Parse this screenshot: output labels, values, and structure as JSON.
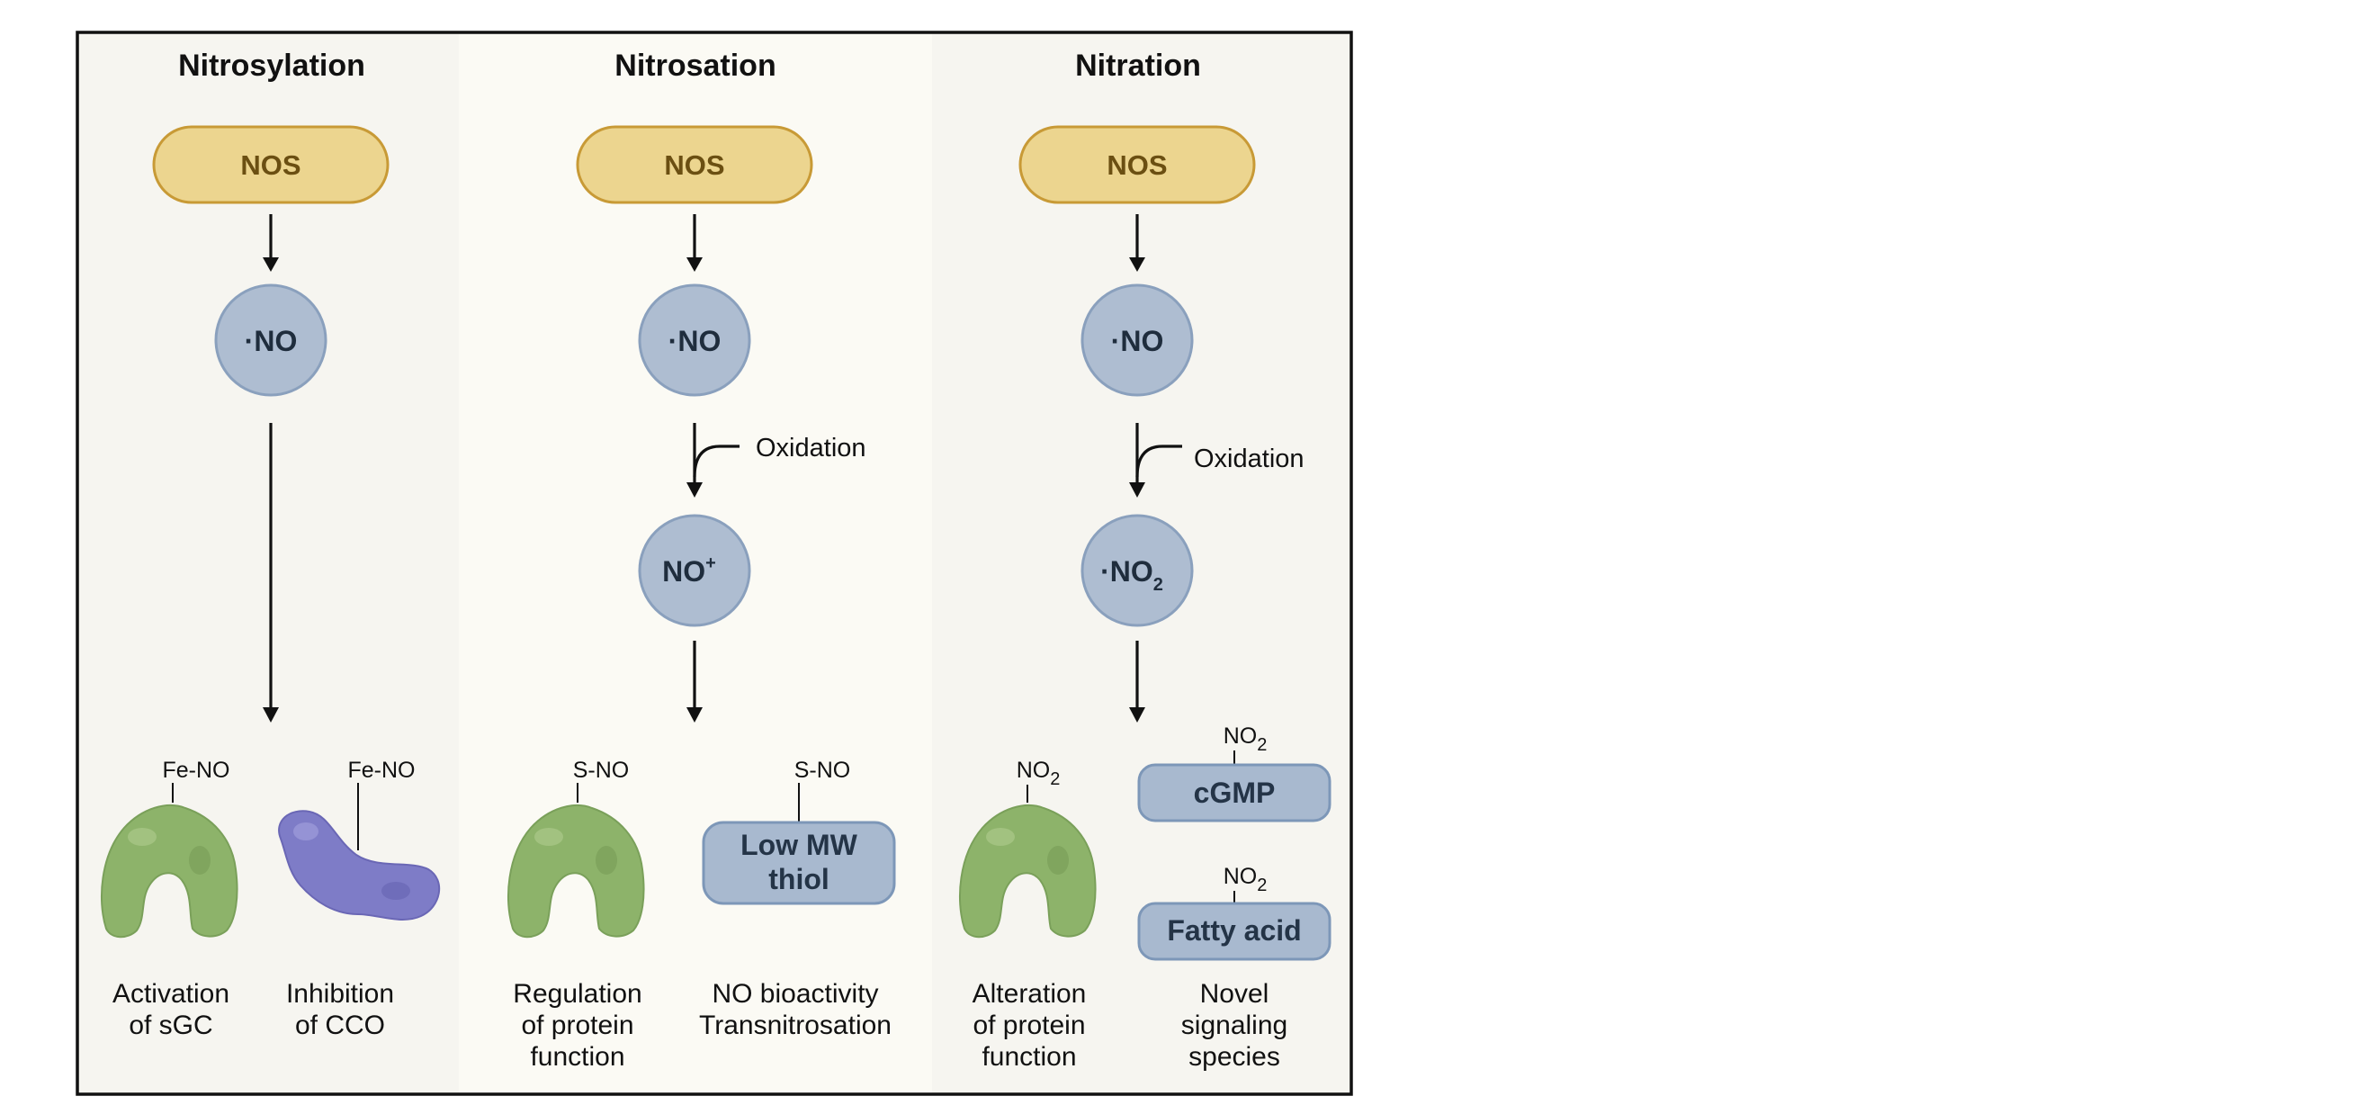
{
  "columns": [
    {
      "title": "Nitrosylation",
      "enzyme": "NOS",
      "radical": "·NO",
      "outcomes": [
        {
          "tag": "Fe-NO",
          "lines": [
            "Activation",
            "of sGC"
          ]
        },
        {
          "tag": "Fe-NO",
          "lines": [
            "Inhibition",
            "of CCO"
          ]
        }
      ]
    },
    {
      "title": "Nitrosation",
      "enzyme": "NOS",
      "radical": "·NO",
      "step_label": "Oxidation",
      "product": {
        "base": "NO",
        "sup": "+"
      },
      "outcomes": [
        {
          "tag": "S-NO",
          "lines": [
            "Regulation",
            "of protein",
            "function"
          ]
        },
        {
          "tag": "S-NO",
          "box_lines": [
            "Low MW",
            "thiol"
          ],
          "lines": [
            "NO bioactivity",
            "Transnitrosation"
          ]
        }
      ]
    },
    {
      "title": "Nitration",
      "enzyme": "NOS",
      "radical": "·NO",
      "step_label": "Oxidation",
      "product": {
        "base": "·NO",
        "sub": "2"
      },
      "outcomes": [
        {
          "tag": {
            "base": "NO",
            "sub": "2"
          },
          "lines": [
            "Alteration",
            "of protein",
            "function"
          ]
        },
        {
          "boxes": [
            {
              "tag": {
                "base": "NO",
                "sub": "2"
              },
              "label": "cGMP"
            },
            {
              "tag": {
                "base": "NO",
                "sub": "2"
              },
              "label": "Fatty acid"
            }
          ],
          "lines": [
            "Novel",
            "signaling",
            "species"
          ]
        }
      ]
    }
  ],
  "colors": {
    "panel_left": "#f6f5f0",
    "panel_middle": "#fbfaf4",
    "panel_right": "#f6f5f0",
    "pill_fill": "#ecd58f",
    "pill_stroke": "#c89a36",
    "circle_fill": "#aebdd1",
    "circle_stroke": "#8aa0bd",
    "protein_green": "#8db36a",
    "protein_purple": "#7e7cc7",
    "box_fill": "#a8b9cf",
    "box_stroke": "#7d97b8"
  },
  "icons": [
    "protein-icon",
    "enzyme-icon"
  ]
}
